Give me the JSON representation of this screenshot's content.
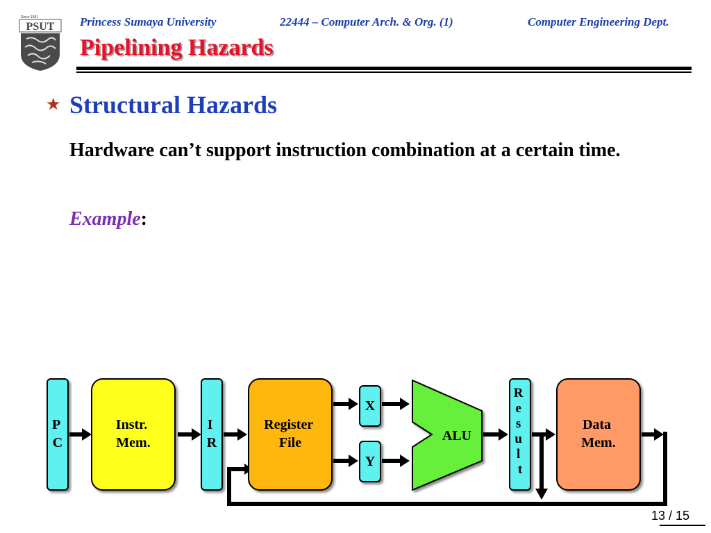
{
  "header": {
    "university": "Princess Sumaya University",
    "course": "22444 – Computer Arch. & Org. (1)",
    "department": "Computer Engineering Dept.",
    "logo_text": "PSUT",
    "logo_since": "Since 1991"
  },
  "slide": {
    "title": "Pipelining Hazards",
    "bullet": "Structural Hazards",
    "paragraph": "Hardware can’t support instruction combination at a certain time.",
    "example_word": "Example",
    "example_colon": ":"
  },
  "diagram": {
    "pc": [
      "P",
      "C"
    ],
    "instr_mem": [
      "Instr.",
      "Mem."
    ],
    "ir": [
      "I",
      "R"
    ],
    "register_file": [
      "Register",
      "File"
    ],
    "x": "X",
    "y": "Y",
    "alu": "ALU",
    "result": [
      "R",
      "e",
      "s",
      "u",
      "l",
      "t"
    ],
    "data_mem": [
      "Data",
      "Mem."
    ],
    "colors": {
      "cyan": "#5ff0f0",
      "yellow": "#ffff1a",
      "orange": "#ffb60c",
      "green": "#66f03a",
      "salmon": "#ff9a66"
    }
  },
  "footer": {
    "page": "13 / 15"
  }
}
